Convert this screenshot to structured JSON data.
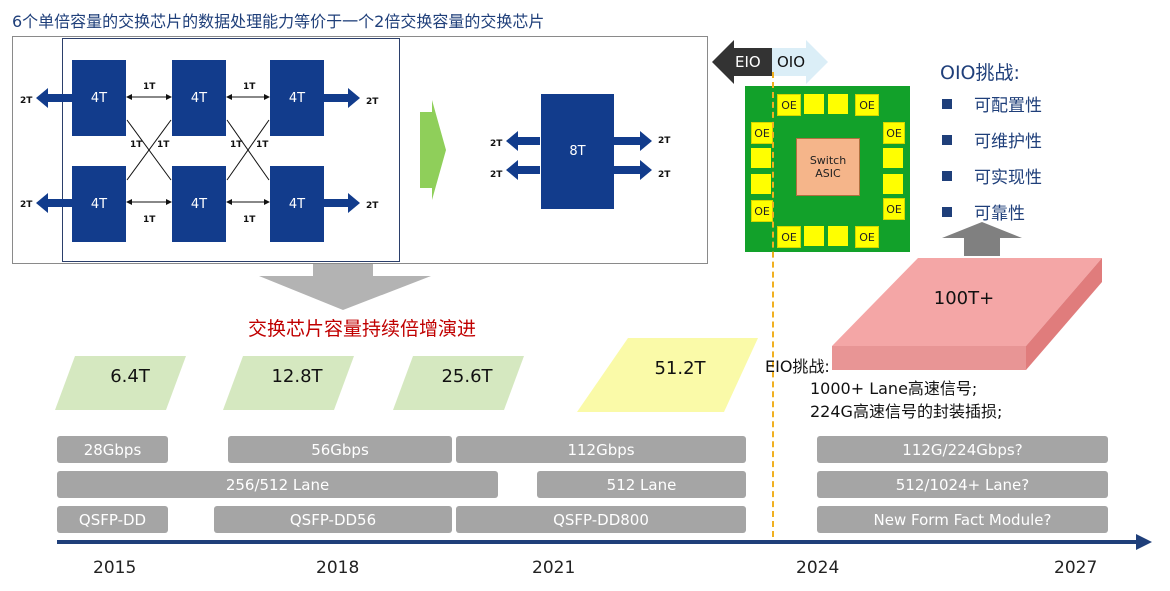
{
  "title": "6个单倍容量的交换芯片的数据处理能力等价于一个2倍交换容量的交换芯片",
  "diagram": {
    "chip_small": "4T",
    "chip_big": "8T",
    "link_1t": "1T",
    "link_2t": "2T"
  },
  "evolution_label": "交换芯片容量持续倍增演进",
  "capacities": [
    "6.4T",
    "12.8T",
    "25.6T",
    "51.2T",
    "100T+"
  ],
  "eio_label": "EIO",
  "oio_label": "OIO",
  "asic": {
    "line1": "Switch",
    "line2": "ASIC",
    "oe": "OE"
  },
  "oio_challenges": {
    "title": "OIO挑战:",
    "items": [
      "可配置性",
      "可维护性",
      "可实现性",
      "可靠性"
    ]
  },
  "eio_challenges": {
    "title": "EIO挑战:",
    "items": [
      "1000+ Lane高速信号;",
      "224G高速信号的封装插损;"
    ]
  },
  "bars": {
    "speed": [
      "28Gbps",
      "56Gbps",
      "112Gbps",
      "112G/224Gbps?"
    ],
    "lanes": [
      "256/512 Lane",
      "512 Lane",
      "512/1024+ Lane?"
    ],
    "modules": [
      "QSFP-DD",
      "QSFP-DD56",
      "QSFP-DD800",
      "New Form Fact Module?"
    ]
  },
  "years": [
    "2015",
    "2018",
    "2021",
    "2024",
    "2027"
  ],
  "colors": {
    "navy": "#123c8c",
    "green_tile": "#d5e8c0",
    "yellow_tile": "#fafaa8",
    "pink_tile": "#f4a6a6",
    "bar_gray": "#a5a5a5",
    "board_green": "#12a12a",
    "dashed_orange": "#f0b020"
  }
}
